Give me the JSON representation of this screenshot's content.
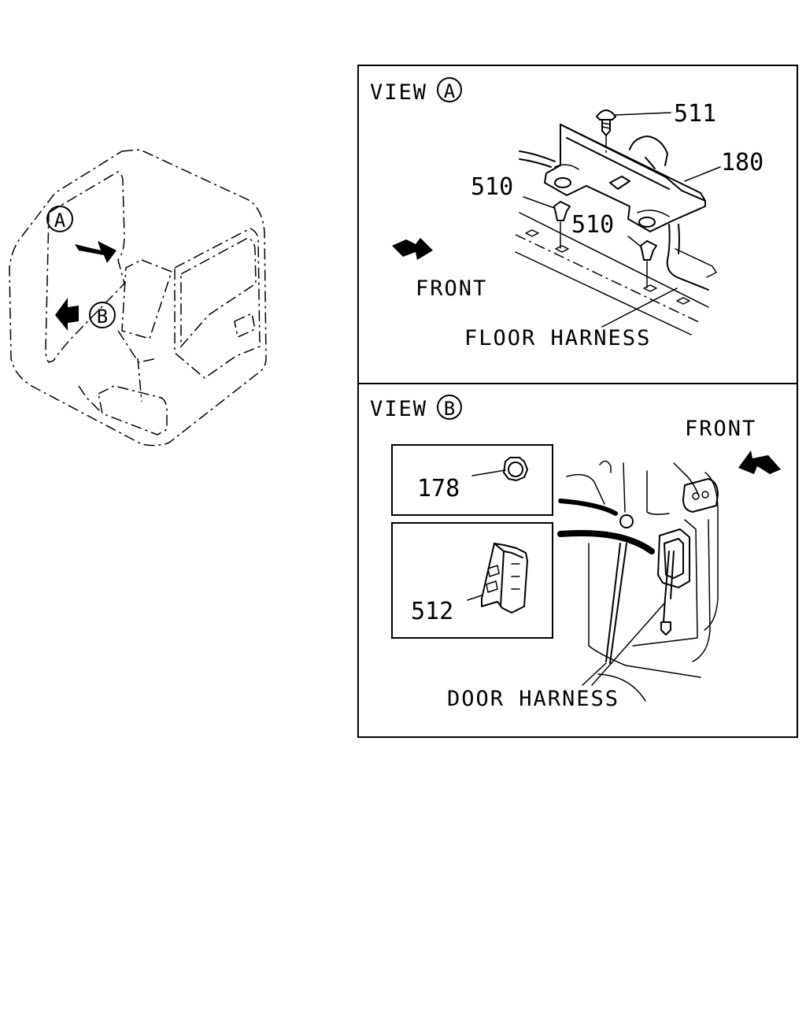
{
  "overview": {
    "marker_a": "A",
    "marker_b": "B"
  },
  "view_a": {
    "title_prefix": "VIEW",
    "title_letter": "A",
    "part_511": "511",
    "part_180": "180",
    "part_510_left": "510",
    "part_510_right": "510",
    "front_label": "FRONT",
    "floor_harness_label": "FLOOR HARNESS"
  },
  "view_b": {
    "title_prefix": "VIEW",
    "title_letter": "B",
    "front_label": "FRONT",
    "part_178": "178",
    "part_512": "512",
    "door_harness_label": "DOOR HARNESS"
  }
}
